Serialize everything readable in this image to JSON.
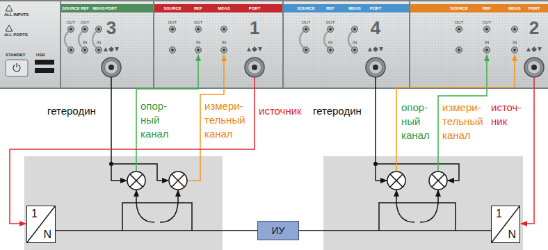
{
  "diagram": {
    "nodes": [
      {
        "text": [
          "1",
          "N"
        ]
      },
      {
        "text": [
          "ИУ"
        ]
      },
      {
        "text": [
          "1",
          "N"
        ]
      }
    ],
    "edges": [
      {
        "from": 0,
        "to": 1,
        "arrow": "none"
      },
      {
        "from": 1,
        "to": 2,
        "arrow": "none"
      }
    ],
    "labels": [
      "ALL INPUTS",
      "ALL PORTS",
      "STANDBY",
      "USB",
      "SOURCE",
      "REF",
      "MEAS",
      "PORT",
      "3",
      "OUT",
      "OUT",
      "IN",
      "IN",
      "SOURCE",
      "REF",
      "MEAS",
      "PORT",
      "1",
      "OUT",
      "OUT",
      "IN",
      "IN",
      "SOURCE",
      "REF",
      "MEAS",
      "PORT",
      "4",
      "OUT",
      "OUT",
      "IN",
      "IN",
      "SOURCE",
      "REF",
      "MEAS",
      "PORT",
      "2",
      "OUT",
      "OUT",
      "IN",
      "IN",
      "гетеродин",
      "опор- ный канал",
      "измери- тельный канал",
      "источник",
      "гетеродин",
      "опор- ный канал",
      "измери- тельный канал",
      "источ- ник"
    ]
  }
}
